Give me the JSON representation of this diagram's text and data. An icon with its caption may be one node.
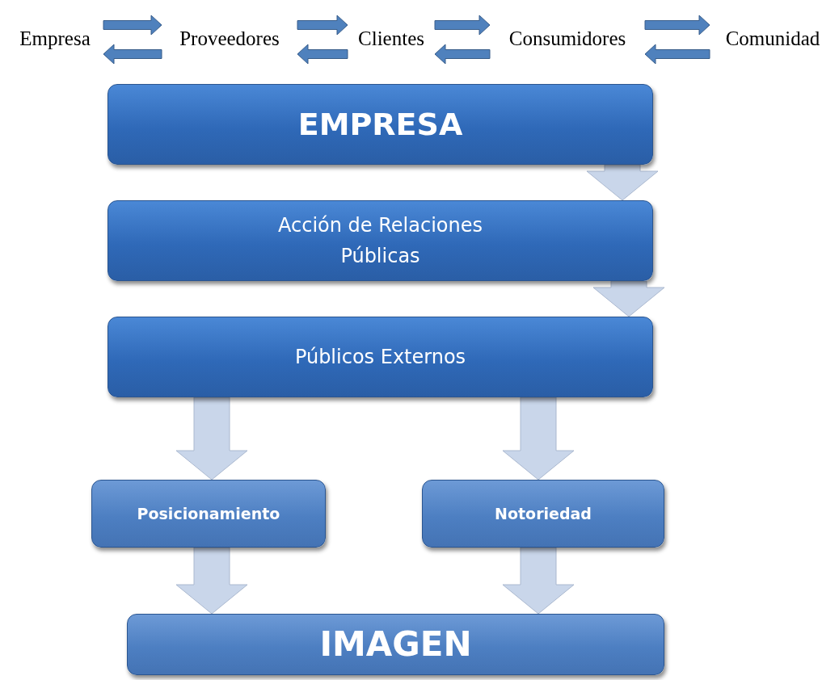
{
  "diagram": {
    "nodes": [
      {
        "text": [
          "Empresa"
        ]
      },
      {
        "text": [
          "Proveedores"
        ]
      },
      {
        "text": [
          "Clientes"
        ]
      },
      {
        "text": [
          "Consumidores"
        ]
      },
      {
        "text": [
          "Comunidad"
        ]
      },
      {
        "text": [
          "EMPRESA"
        ]
      },
      {
        "text": [
          "Acción de Relaciones Públicas"
        ]
      },
      {
        "text": [
          "Públicos Externos"
        ]
      },
      {
        "text": [
          "Posicionamiento"
        ]
      },
      {
        "text": [
          "Notoriedad"
        ]
      },
      {
        "text": [
          "IMAGEN"
        ]
      }
    ],
    "edges": [
      {
        "from": 0,
        "to": 1,
        "arrow": "to"
      },
      {
        "from": 1,
        "to": 0,
        "arrow": "to"
      },
      {
        "from": 1,
        "to": 2,
        "arrow": "to"
      },
      {
        "from": 2,
        "to": 1,
        "arrow": "to"
      },
      {
        "from": 2,
        "to": 3,
        "arrow": "to"
      },
      {
        "from": 3,
        "to": 2,
        "arrow": "to"
      },
      {
        "from": 3,
        "to": 4,
        "arrow": "to"
      },
      {
        "from": 4,
        "to": 3,
        "arrow": "to"
      },
      {
        "from": 5,
        "to": 6,
        "arrow": "to",
        "style": "thick",
        "color": "#c9d6ea"
      },
      {
        "from": 6,
        "to": 7,
        "arrow": "to",
        "style": "thick",
        "color": "#c9d6ea"
      },
      {
        "from": 7,
        "to": 8,
        "arrow": "to",
        "style": "thick",
        "color": "#c9d6ea"
      },
      {
        "from": 7,
        "to": 9,
        "arrow": "to",
        "style": "thick",
        "color": "#c9d6ea"
      },
      {
        "from": 8,
        "to": 10,
        "arrow": "to",
        "style": "thick",
        "color": "#c9d6ea"
      },
      {
        "from": 9,
        "to": 10,
        "arrow": "to",
        "style": "thick",
        "color": "#c9d6ea"
      }
    ]
  }
}
